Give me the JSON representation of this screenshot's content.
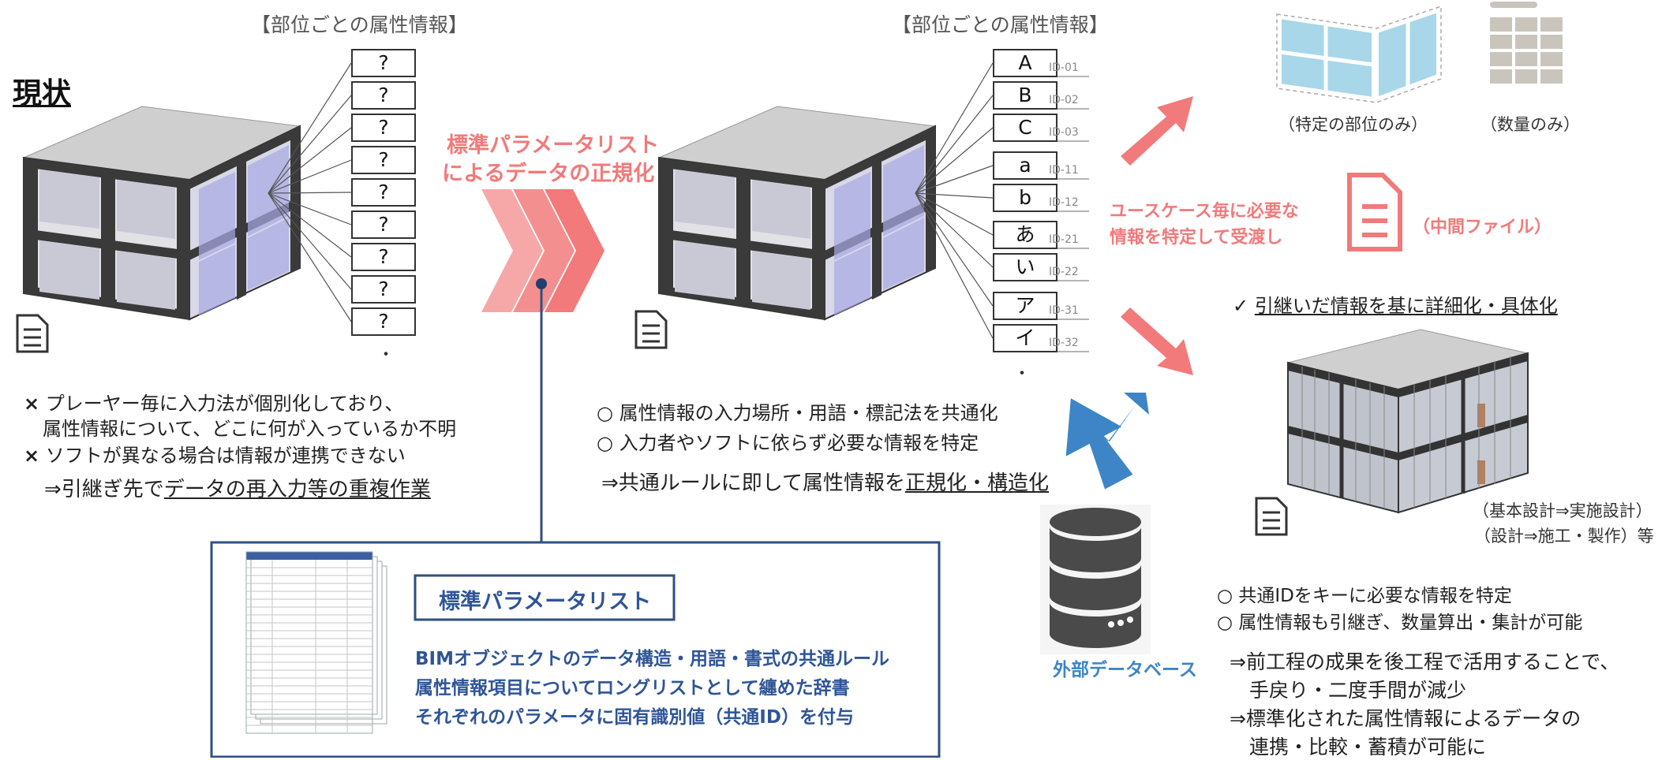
{
  "left": {
    "header": "【部位ごとの属性情報】",
    "title": "現状",
    "boxes": [
      "?",
      "?",
      "?",
      "?",
      "?",
      "?",
      "?",
      "?",
      "?"
    ],
    "dot": "・",
    "notes": [
      {
        "mark": "×",
        "text": "プレーヤー毎に入力法が個別化しており、"
      },
      {
        "mark": "",
        "text": "属性情報について、どこに何が入っているか不明"
      },
      {
        "mark": "×",
        "text": "ソフトが異なる場合は情報が連携できない"
      }
    ],
    "conclusion_prefix": "⇒引継ぎ先で",
    "conclusion_underlined": "データの再入力等の重複作業"
  },
  "arrow_label": [
    "標準パラメータリスト",
    "によるデータの正規化"
  ],
  "middle": {
    "header": "【部位ごとの属性情報】",
    "params": [
      {
        "label": "A",
        "id": "ID-01"
      },
      {
        "label": "B",
        "id": "ID-02"
      },
      {
        "label": "C",
        "id": "ID-03"
      },
      {
        "label": "a",
        "id": "ID-11"
      },
      {
        "label": "b",
        "id": "ID-12"
      },
      {
        "label": "あ",
        "id": "ID-21"
      },
      {
        "label": "い",
        "id": "ID-22"
      },
      {
        "label": "ア",
        "id": "ID-31"
      },
      {
        "label": "イ",
        "id": "ID-32"
      }
    ],
    "dot": "・",
    "notes": [
      "○ 属性情報の入力場所・用語・標記法を共通化",
      "○ 入力者やソフトに依らず必要な情報を特定"
    ],
    "conclusion_prefix": "⇒共通ルールに即して属性情報を",
    "conclusion_underlined": "正規化・構造化"
  },
  "paramlist": {
    "title": "標準パラメータリスト",
    "lines": [
      "BIMオブジェクトのデータ構造・用語・書式の共通ルール",
      "属性情報項目についてロングリストとして纏めた辞書",
      "それぞれのパラメータに固有識別値（共通ID）を付与"
    ]
  },
  "database_label": "外部データベース",
  "usecase_label": [
    "ユースケース毎に必要な",
    "情報を特定して受渡し"
  ],
  "right": {
    "caption_specific": "（特定の部位のみ）",
    "caption_quantity": "（数量のみ）",
    "caption_intermediate": "（中間ファイル）",
    "check_heading_mark": "✓",
    "check_heading": "引継いだ情報を基に詳細化・具体化",
    "stage_lines": [
      "（基本設計⇒実施設計）",
      "（設計⇒施工・製作）等"
    ],
    "notes": [
      "○ 共通IDをキーに必要な情報を特定",
      "○ 属性情報も引継ぎ、数量算出・集計が可能"
    ],
    "conclusions": [
      "⇒前工程の成果を後工程で活用することで、",
      "　手戻り・二度手間が減少",
      "⇒標準化された属性情報によるデータの",
      "　連携・比較・蓄積が可能に"
    ]
  },
  "colors": {
    "accent_red": "#f07a7a",
    "accent_blue": "#2f5597",
    "arrow_blue": "#3d85c6"
  }
}
